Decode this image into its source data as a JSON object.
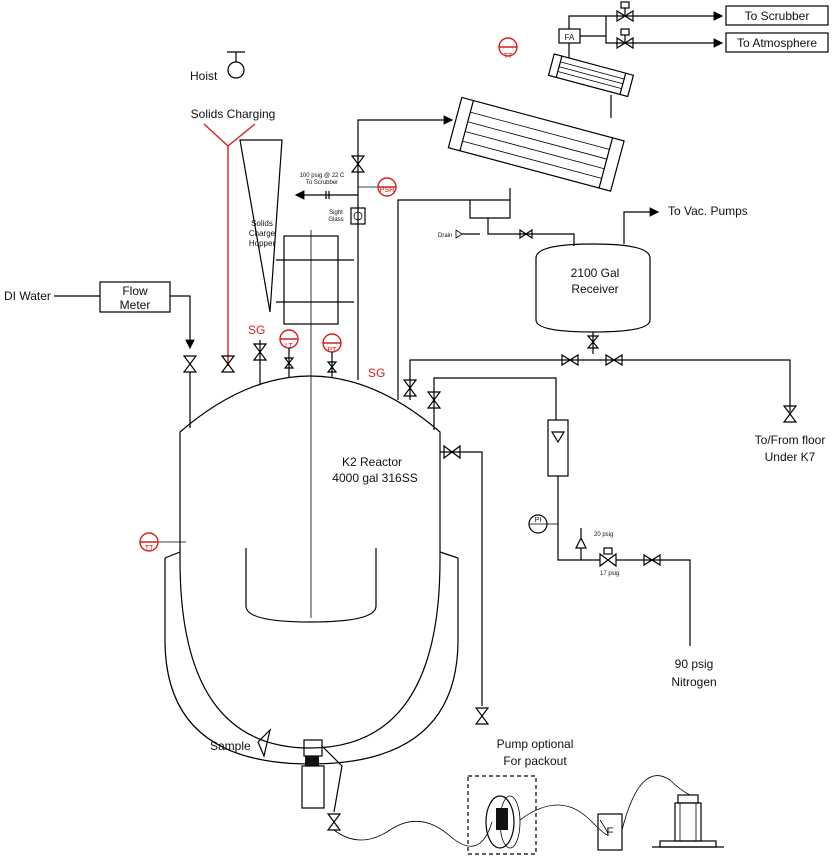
{
  "labels": {
    "to_scrubber": "To Scrubber",
    "to_atmosphere": "To Atmosphere",
    "fa": "FA",
    "tt_top": "TT",
    "hoist": "Hoist",
    "solids_charging": "Solids Charging",
    "psig_scrubber_1": "100 psig @ 22 C",
    "psig_scrubber_2": "To Scrubber",
    "psh": "PSH",
    "sight_glass_1": "Sight",
    "sight_glass_2": "Glass",
    "hopper_1": "Solids",
    "hopper_2": "Charge",
    "hopper_3": "Hopper",
    "drain": "Drain",
    "to_vac_pumps": "To Vac. Pumps",
    "receiver_1": "2100 Gal",
    "receiver_2": "Receiver",
    "di_water": "DI Water",
    "flow_meter_1": "Flow",
    "flow_meter_2": "Meter",
    "sg_left": "SG",
    "sg_right": "SG",
    "lt": "LT",
    "pt": "PT",
    "reactor_1": "K2 Reactor",
    "reactor_2": "4000 gal 316SS",
    "floor_1": "To/From floor",
    "floor_2": "Under K7",
    "pi": "PI",
    "psig_20": "20 psig",
    "psig_17": "17 psig",
    "nitrogen_1": "90 psig",
    "nitrogen_2": "Nitrogen",
    "tt_left": "TT",
    "sample": "Sample",
    "pump_1": "Pump optional",
    "pump_2": "For packout",
    "filter": "F"
  }
}
